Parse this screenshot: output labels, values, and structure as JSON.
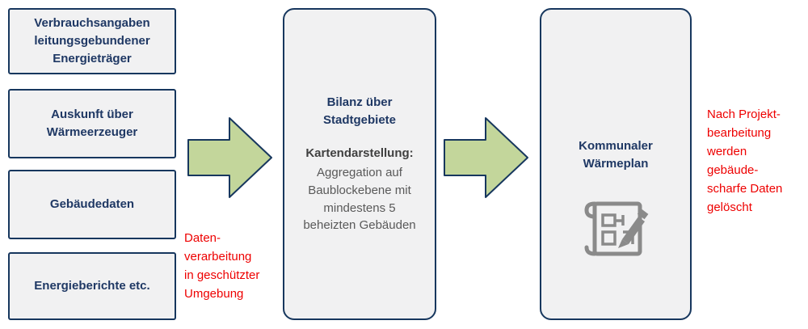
{
  "colors": {
    "box_border": "#17375e",
    "box_fill": "#f1f1f2",
    "heading_text": "#1f3864",
    "body_text": "#595959",
    "arrow_fill": "#c3d69b",
    "note_text": "#ee0000",
    "icon_gray": "#8a8a8a"
  },
  "inputs": {
    "boxes": [
      "Verbrauchsangaben\nleitungsgebundener\nEnergieträger",
      "Auskunft über\nWärmeerzeuger",
      "Gebäudedaten",
      "Energieberichte etc."
    ]
  },
  "arrows": {
    "left_note": "Daten-\nverarbeitung\nin geschützter\nUmgebung"
  },
  "center_box": {
    "title": "Bilanz über\nStadtgebiete",
    "subtitle": "Kartendarstellung:",
    "body": "Aggregation auf\nBaublockebene mit\nmindestens 5\nbeheizten Gebäuden"
  },
  "result_box": {
    "title": "Kommunaler\nWärmeplan",
    "icon": "blueprint-map-with-pencil-icon"
  },
  "right_note": "Nach Projekt-\nbearbeitung\nwerden\ngebäude-\nscharfe Daten\ngelöscht"
}
